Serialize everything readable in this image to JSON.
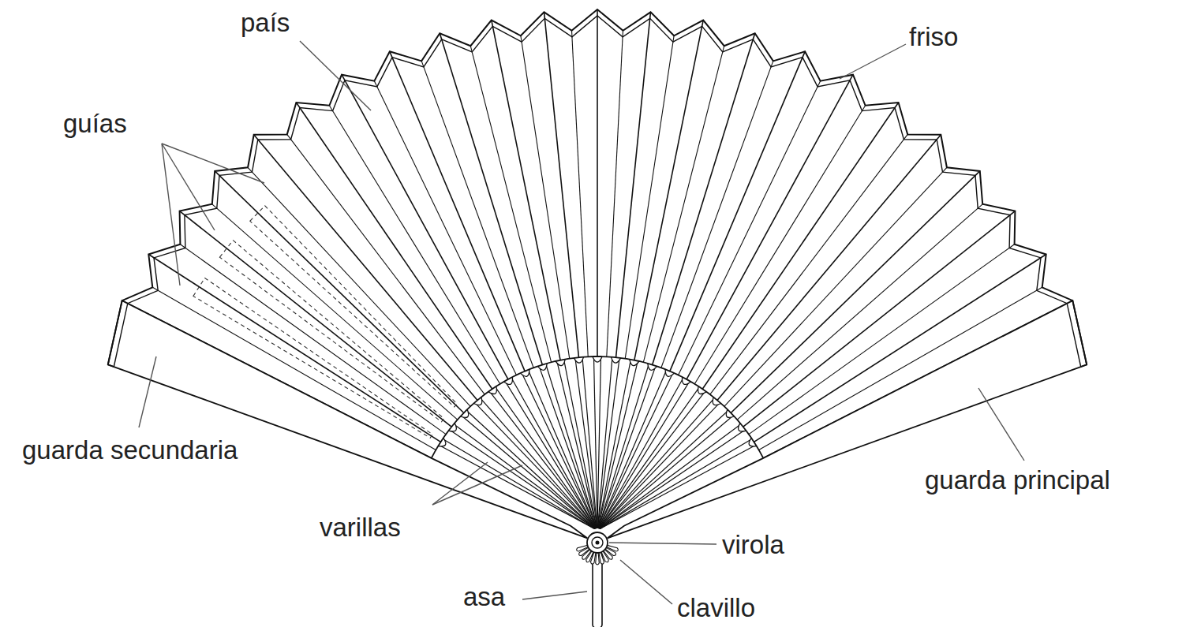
{
  "diagram": {
    "labels": [
      "país",
      "friso",
      "guías",
      "guarda secundaria",
      "varillas",
      "guarda principal",
      "virola",
      "asa",
      "clavillo"
    ]
  }
}
